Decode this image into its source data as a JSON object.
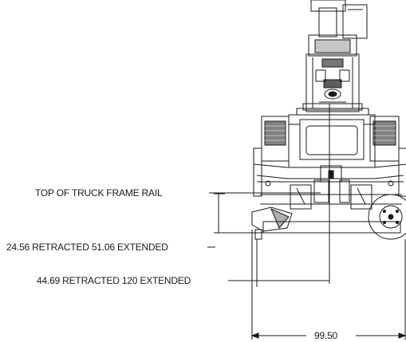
{
  "labels": {
    "frame_rail": "TOP OF TRUCK FRAME RAIL",
    "outrigger_height": "24.56 RETRACTED 51.06 EXTENDED",
    "outrigger_span": "44.69 RETRACTED 120 EXTENDED",
    "overall_width": "99.50"
  },
  "colors": {
    "line": "#1a1a1a",
    "background": "#ffffff"
  }
}
